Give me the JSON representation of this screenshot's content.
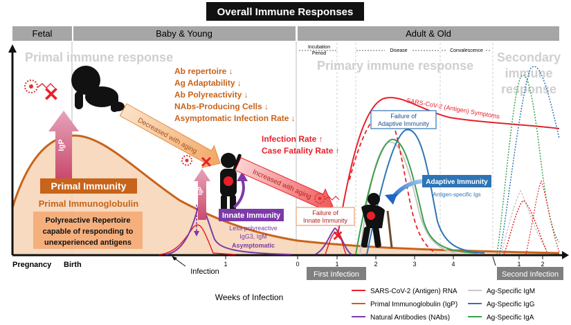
{
  "title": "Overall Immune Responses",
  "stages": {
    "fetal": "Fetal",
    "baby": "Baby & Young",
    "adult": "Adult & Old"
  },
  "headings": {
    "primal": "Primal immune response",
    "primary": "Primary immune response",
    "secondary_l1": "Secondary",
    "secondary_l2": "immune",
    "secondary_l3": "response"
  },
  "periods": {
    "incubation_l1": "Incubation",
    "incubation_l2": "Period",
    "disease": "Disease",
    "convalescence": "Convalescence"
  },
  "decrease_list": [
    "Ab repertoire ↓",
    "Ag Adaptability ↓",
    "Ab Polyreactivity ↓",
    "NAbs-Producing Cells ↓",
    "Asymptomatic Infection Rate ↓"
  ],
  "increase_list": [
    "Infection Rate ↑",
    "Case Fatality Rate ↑"
  ],
  "arrows": {
    "decreased": "Decreased with aging",
    "increased": "Increased with aging"
  },
  "labels": {
    "igp": "IgP",
    "primal_immunity": "Primal Immunity",
    "primal_immunoglobulin": "Primal Immunoglobulin",
    "repertoire_l1": "Polyreactive Repertoire",
    "repertoire_l2": "capable of responding to",
    "repertoire_l3": "unexperienced antigens",
    "innate_immunity": "Innate Immunity",
    "less_poly_l1": "Less polyreactive",
    "less_poly_l2": "IgG3, IgM",
    "asymptomatic": "Asymptomatic",
    "failure_innate_l1": "Failure of",
    "failure_innate_l2": "Innate Immunity",
    "failure_adaptive_l1": "Failure of",
    "failure_adaptive_l2": "Adaptive Immunity",
    "adaptive_immunity": "Adaptive Immunity",
    "antigen_specific": "Antigen-specific Igs",
    "symptoms": "SARS-CoV-2 (Antigen) Symptoms",
    "infection": "Infection",
    "first_infection": "First Infection",
    "second_infection": "Second Infection",
    "pregnancy": "Pregnancy",
    "birth": "Birth",
    "xlabel": "Weeks of Infection"
  },
  "ticks": {
    "baby": [
      "1"
    ],
    "adult": [
      "0",
      "1",
      "2",
      "3",
      "4"
    ],
    "second": [
      "1",
      "2"
    ]
  },
  "legend": [
    {
      "label": "SARS-CoV-2 (Antigen) RNA",
      "color": "#e8202a"
    },
    {
      "label": "Primal Immunoglobulin (IgP)",
      "color": "#c8631a"
    },
    {
      "label": "Natural Antibodies (NAbs)",
      "color": "#7b3aa8"
    },
    {
      "label": "Ag-Specific IgM",
      "color": "#c8c8c8"
    },
    {
      "label": "Ag-Specific IgG",
      "color": "#2e74b5"
    },
    {
      "label": "Ag-Specific IgA",
      "color": "#3aa14a"
    }
  ]
}
